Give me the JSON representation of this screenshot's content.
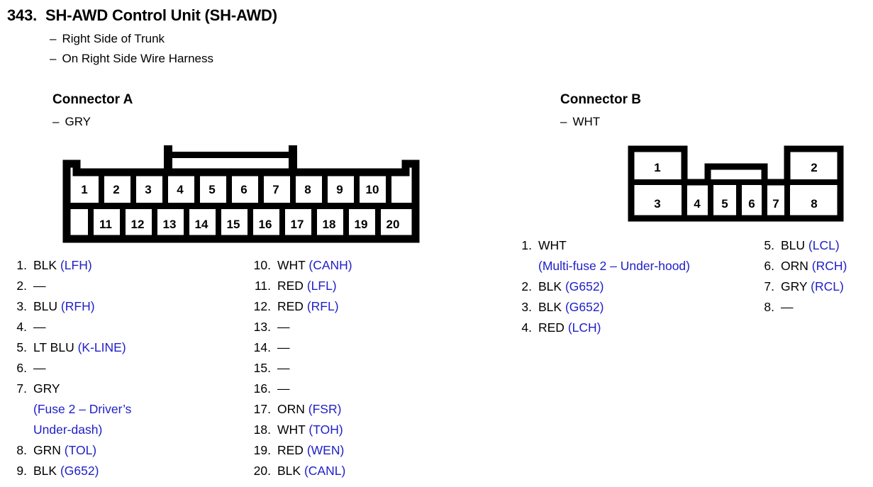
{
  "title": {
    "number": "343.",
    "text": "SH-AWD Control Unit (SH-AWD)"
  },
  "location_notes": [
    "Right Side of Trunk",
    "On Right Side Wire Harness"
  ],
  "dash": "–",
  "em_dash": "—",
  "colors": {
    "circuit_code": "#2020c8",
    "text": "#000000",
    "outline": "#000000"
  },
  "connectors": [
    {
      "heading": "Connector A",
      "color_label": "GRY",
      "top_row_pins": [
        "1",
        "2",
        "3",
        "4",
        "5",
        "6",
        "7",
        "8",
        "9",
        "10"
      ],
      "bottom_row_pins": [
        "11",
        "12",
        "13",
        "14",
        "15",
        "16",
        "17",
        "18",
        "19",
        "20"
      ],
      "pins_col1": [
        {
          "index": "1.",
          "color": "BLK",
          "code": "(LFH)",
          "note": ""
        },
        {
          "index": "2.",
          "color": "",
          "code": "",
          "note": "",
          "empty": true
        },
        {
          "index": "3.",
          "color": "BLU",
          "code": "(RFH)",
          "note": ""
        },
        {
          "index": "4.",
          "color": "",
          "code": "",
          "note": "",
          "empty": true
        },
        {
          "index": "5.",
          "color": "LT BLU",
          "code": "(K-LINE)",
          "note": ""
        },
        {
          "index": "6.",
          "color": "",
          "code": "",
          "note": "",
          "empty": true
        },
        {
          "index": "7.",
          "color": "GRY",
          "code": "",
          "note": "(Fuse 2 – Driver’s\nUnder-dash)"
        },
        {
          "index": "8.",
          "color": "GRN",
          "code": "(TOL)",
          "note": ""
        },
        {
          "index": "9.",
          "color": "BLK",
          "code": "(G652)",
          "note": ""
        }
      ],
      "pins_col2": [
        {
          "index": "10.",
          "color": "WHT",
          "code": "(CANH)",
          "note": ""
        },
        {
          "index": "11.",
          "color": "RED",
          "code": "(LFL)",
          "note": ""
        },
        {
          "index": "12.",
          "color": "RED",
          "code": "(RFL)",
          "note": ""
        },
        {
          "index": "13.",
          "color": "",
          "code": "",
          "note": "",
          "empty": true
        },
        {
          "index": "14.",
          "color": "",
          "code": "",
          "note": "",
          "empty": true
        },
        {
          "index": "15.",
          "color": "",
          "code": "",
          "note": "",
          "empty": true
        },
        {
          "index": "16.",
          "color": "",
          "code": "",
          "note": "",
          "empty": true
        },
        {
          "index": "17.",
          "color": "ORN",
          "code": "(FSR)",
          "note": ""
        },
        {
          "index": "18.",
          "color": "WHT",
          "code": "(TOH)",
          "note": ""
        },
        {
          "index": "19.",
          "color": "RED",
          "code": "(WEN)",
          "note": ""
        },
        {
          "index": "20.",
          "color": "BLK",
          "code": "(CANL)",
          "note": ""
        }
      ]
    },
    {
      "heading": "Connector B",
      "color_label": "WHT",
      "top_row_pins": [
        "1",
        "2"
      ],
      "bottom_row_pins": [
        "3",
        "4",
        "5",
        "6",
        "7",
        "8"
      ],
      "pins_col1": [
        {
          "index": "1.",
          "color": "WHT",
          "code": "",
          "note": "(Multi-fuse 2 – Under-hood)"
        },
        {
          "index": "2.",
          "color": "BLK",
          "code": "(G652)",
          "note": ""
        },
        {
          "index": "3.",
          "color": "BLK",
          "code": "(G652)",
          "note": ""
        },
        {
          "index": "4.",
          "color": "RED",
          "code": "(LCH)",
          "note": ""
        }
      ],
      "pins_col2": [
        {
          "index": "5.",
          "color": "BLU",
          "code": "(LCL)",
          "note": ""
        },
        {
          "index": "6.",
          "color": "ORN",
          "code": "(RCH)",
          "note": ""
        },
        {
          "index": "7.",
          "color": "GRY",
          "code": "(RCL)",
          "note": ""
        },
        {
          "index": "8.",
          "color": "",
          "code": "",
          "note": "",
          "empty": true
        }
      ]
    }
  ]
}
